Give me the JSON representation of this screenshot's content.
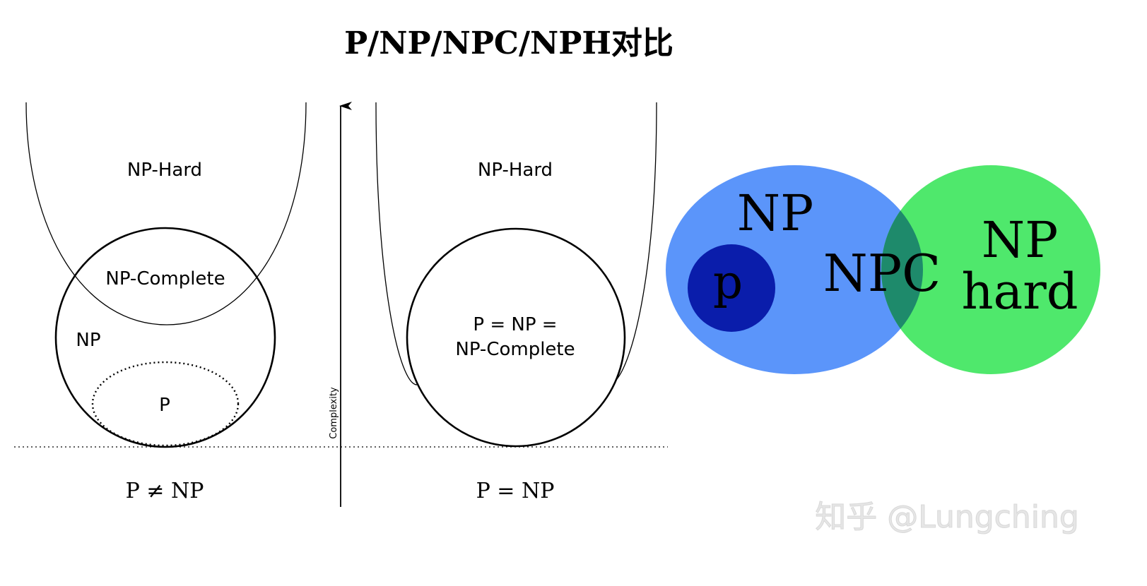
{
  "title": "P/NP/NPC/NPH对比",
  "left_diagram": {
    "np_hard_label": "NP-Hard",
    "np_complete_label": "NP-Complete",
    "np_label": "NP",
    "p_label": "P",
    "caption": "P ≠ NP"
  },
  "axis": {
    "label": "Complexity"
  },
  "middle_diagram": {
    "np_hard_label": "NP-Hard",
    "merged_line1": "P = NP =",
    "merged_line2": "NP-Complete",
    "caption": "P = NP"
  },
  "venn_diagram": {
    "np_label": "NP",
    "p_label": "p",
    "npc_label": "NPC",
    "np_hard_line1": "NP",
    "np_hard_line2": "hard",
    "colors": {
      "np": "#5b95fa",
      "np_hard": "#4fe86c",
      "p": "#0a1dab",
      "npc": "#1e8a6b"
    }
  },
  "watermark": "知乎 @Lungching"
}
